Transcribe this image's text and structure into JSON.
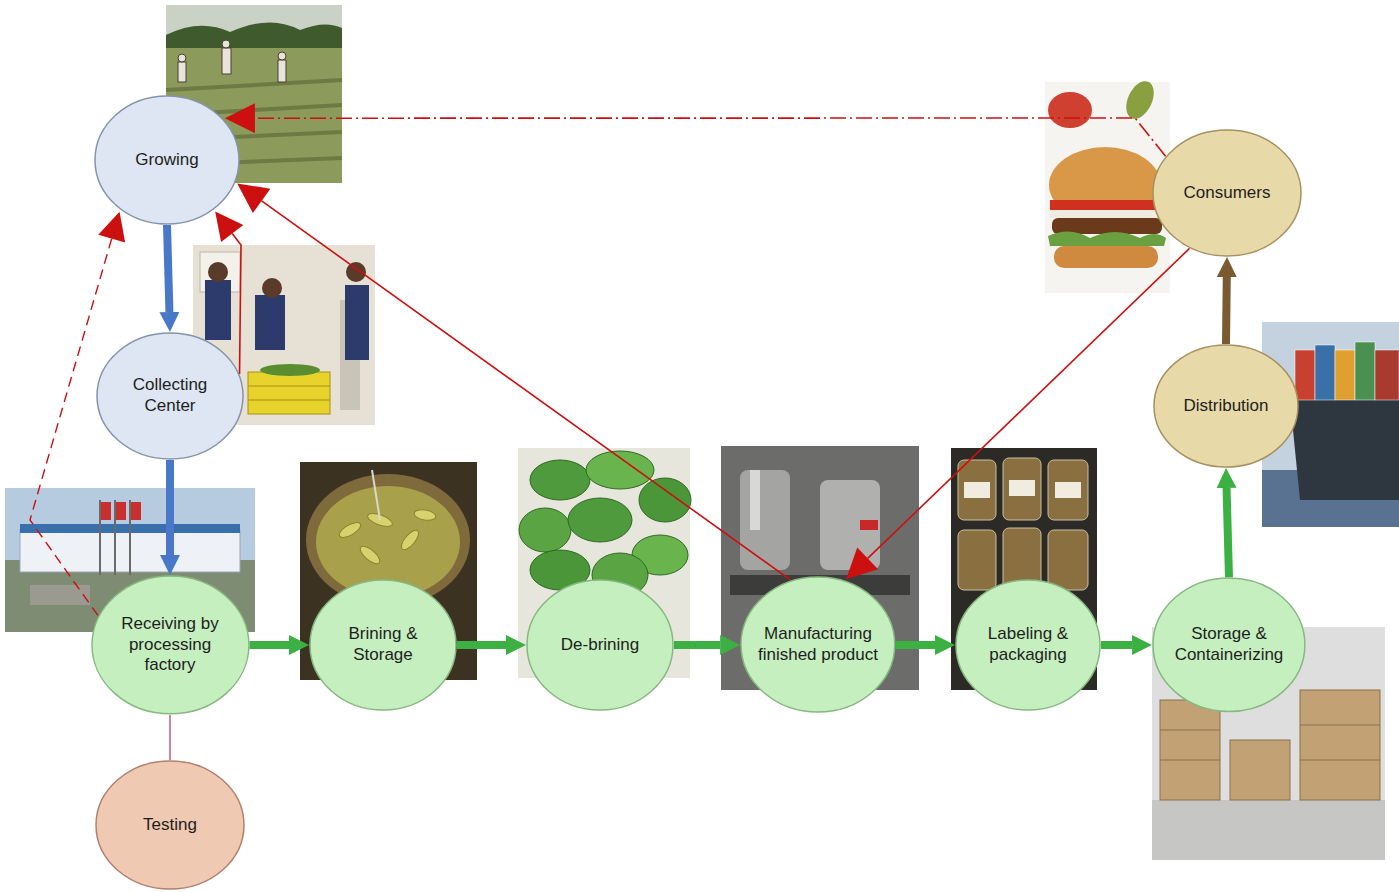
{
  "diagram": {
    "nodes": [
      {
        "text": [
          "Growing"
        ]
      },
      {
        "text": [
          "Collecting Center"
        ]
      },
      {
        "text": [
          "Receiving by processing factory"
        ]
      },
      {
        "text": [
          "Testing"
        ]
      },
      {
        "text": [
          "Brining & Storage"
        ]
      },
      {
        "text": [
          "De-brining"
        ]
      },
      {
        "text": [
          "Manufacturing finished product"
        ]
      },
      {
        "text": [
          "Labeling & packaging"
        ]
      },
      {
        "text": [
          "Storage & Containerizing"
        ]
      },
      {
        "text": [
          "Distribution"
        ]
      },
      {
        "text": [
          "Consumers"
        ]
      }
    ],
    "edges": [
      {
        "from": 0,
        "to": 1,
        "arrow": "to"
      },
      {
        "from": 1,
        "to": 2,
        "arrow": "to"
      },
      {
        "from": 2,
        "to": 3,
        "arrow": "none"
      },
      {
        "from": 2,
        "to": 4,
        "arrow": "to"
      },
      {
        "from": 4,
        "to": 5,
        "arrow": "to"
      },
      {
        "from": 5,
        "to": 6,
        "arrow": "to"
      },
      {
        "from": 6,
        "to": 7,
        "arrow": "to"
      },
      {
        "from": 7,
        "to": 8,
        "arrow": "to"
      },
      {
        "from": 8,
        "to": 9,
        "arrow": "to"
      },
      {
        "from": 9,
        "to": 10,
        "arrow": "to"
      },
      {
        "from": 10,
        "to": 0,
        "arrow": "to"
      },
      {
        "from": 10,
        "to": 6,
        "arrow": "to"
      },
      {
        "from": 6,
        "to": 0,
        "arrow": "to"
      },
      {
        "from": 1,
        "to": 0,
        "arrow": "to"
      },
      {
        "from": 2,
        "to": 0,
        "arrow": "to"
      }
    ]
  }
}
